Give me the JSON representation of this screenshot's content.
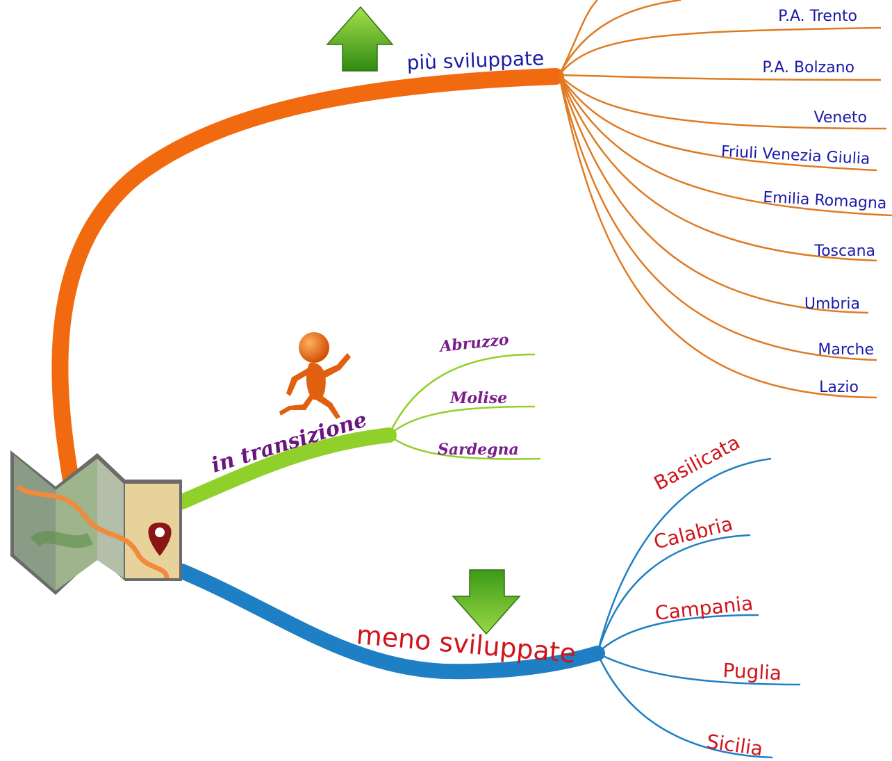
{
  "colors": {
    "orange": "#f26a10",
    "green": "#8fd12a",
    "blue": "#1f7fc4",
    "label_blue": "#1a1aa8",
    "label_purple": "#7a1c8c",
    "label_red": "#d0141c"
  },
  "central": {
    "icon": "folded-map-icon"
  },
  "branches": {
    "more_developed": {
      "title": "più sviluppate",
      "icon": "arrow-up-icon",
      "items": [
        "P.A. Trento",
        "P.A. Bolzano",
        "Veneto",
        "Friuli Venezia Giulia",
        "Emilia Romagna",
        "Toscana",
        "Umbria",
        "Marche",
        "Lazio"
      ]
    },
    "transition": {
      "title": "in transizione",
      "icon": "running-man-icon",
      "items": [
        "Abruzzo",
        "Molise",
        "Sardegna"
      ]
    },
    "less_developed": {
      "title": "meno sviluppate",
      "icon": "arrow-down-icon",
      "items": [
        "Basilicata",
        "Calabria",
        "Campania",
        "Puglia",
        "Sicilia"
      ]
    }
  }
}
